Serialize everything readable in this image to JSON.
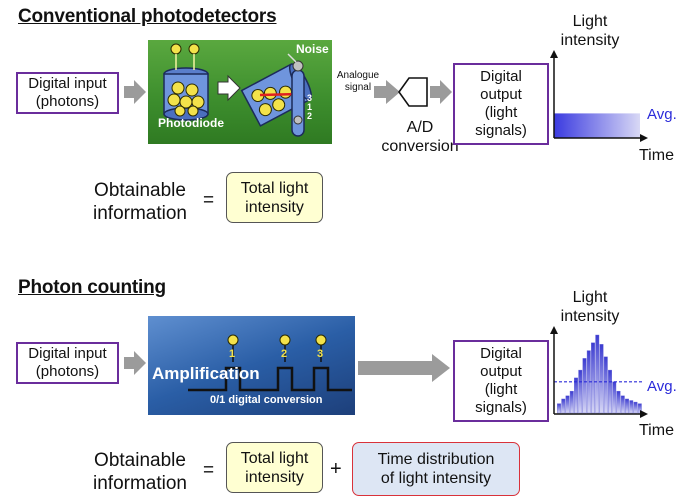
{
  "top": {
    "heading": "Conventional photodetectors",
    "input_line1": "Digital input",
    "input_line2": "(photons)",
    "image_noise": "Noise",
    "image_photodiode": "Photodiode",
    "image_numbers": [
      "3",
      "1",
      "2"
    ],
    "analogue_line1": "Analogue",
    "analogue_line2": "signal",
    "ad_line1": "A/D",
    "ad_line2": "conversion",
    "output_lines": [
      "Digital",
      "output",
      "(light",
      "signals)"
    ],
    "chart_ylabel_line1": "Light",
    "chart_ylabel_line2": "intensity",
    "chart_xlabel": "Time",
    "chart_avg": "Avg.",
    "obtain_line1": "Obtainable",
    "obtain_line2": "information",
    "equals": "=",
    "result_line1": "Total light",
    "result_line2": "intensity"
  },
  "bottom": {
    "heading": "Photon counting",
    "input_line1": "Digital input",
    "input_line2": "(photons)",
    "image_amplification": "Amplification",
    "image_conversion": "0/1 digital conversion",
    "image_numbers": [
      "1",
      "2",
      "3"
    ],
    "output_lines": [
      "Digital",
      "output",
      "(light",
      "signals)"
    ],
    "chart_ylabel_line1": "Light",
    "chart_ylabel_line2": "intensity",
    "chart_xlabel": "Time",
    "chart_avg": "Avg.",
    "obtain_line1": "Obtainable",
    "obtain_line2": "information",
    "equals": "=",
    "result1_line1": "Total light",
    "result1_line2": "intensity",
    "plus": "+",
    "result2_line1": "Time distribution",
    "result2_line2": "of light intensity"
  },
  "colors": {
    "box_border": "#6a2d9c",
    "avg_text": "#2b2bd9",
    "result_fill": "#ffffd2",
    "time_dist_fill": "#dde6f4",
    "time_dist_border": "#d9323a",
    "green_panel": "#3e8f2e",
    "blue_panel": "#2a5ea6"
  },
  "chart_data": [
    {
      "type": "area",
      "x": [
        0,
        10
      ],
      "values": [
        0.3,
        0.3
      ],
      "annotations": [
        "Avg."
      ],
      "xlabel": "Time",
      "ylabel": "Light intensity"
    },
    {
      "type": "bar",
      "values": [
        0.12,
        0.18,
        0.22,
        0.28,
        0.45,
        0.55,
        0.7,
        0.8,
        0.9,
        1.0,
        0.88,
        0.72,
        0.55,
        0.4,
        0.28,
        0.22,
        0.18,
        0.16,
        0.14,
        0.12
      ],
      "avg": 0.4,
      "annotations": [
        "Avg."
      ],
      "xlabel": "Time",
      "ylabel": "Light intensity"
    }
  ]
}
